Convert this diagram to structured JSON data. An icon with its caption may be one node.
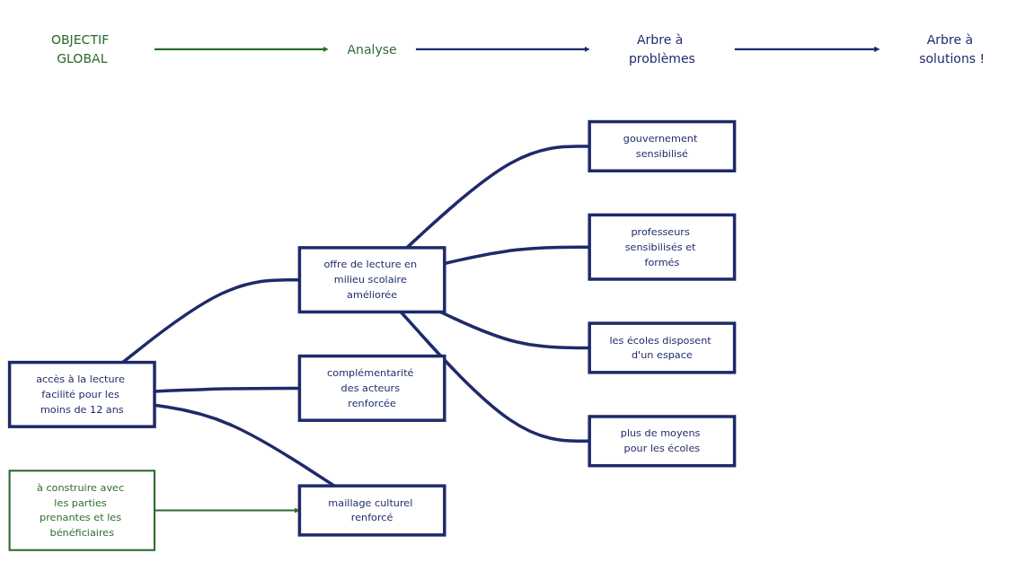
{
  "diagram": {
    "nodes": [
      {
        "text": [
          "OBJECTIF GLOBAL"
        ]
      },
      {
        "text": [
          "Analyse"
        ]
      },
      {
        "text": [
          "Arbre à problèmes"
        ]
      },
      {
        "text": [
          "Arbre à solutions !"
        ]
      },
      {
        "text": [
          "accès à la lecture facilité pour les moins de 12 ans"
        ]
      },
      {
        "text": [
          "maillage culturel renforcé"
        ]
      },
      {
        "text": [
          "complémentarité des acteurs renforcée"
        ]
      },
      {
        "text": [
          "offre de lecture en milieu scolaire améliorée"
        ]
      },
      {
        "text": [
          "gouvernement sensibilisé"
        ]
      },
      {
        "text": [
          "professeurs sensibilisés et formés"
        ]
      },
      {
        "text": [
          "les écoles disposent d'un espace"
        ]
      },
      {
        "text": [
          "plus de moyens pour les écoles"
        ]
      },
      {
        "text": [
          "à construire avec les parties prenantes et les bénéficiaires"
        ]
      }
    ],
    "edges": [
      {
        "from": 0,
        "to": 1,
        "arrow": "to",
        "color": "#2e6b2e"
      },
      {
        "from": 1,
        "to": 2,
        "arrow": "to"
      },
      {
        "from": 2,
        "to": 3,
        "arrow": "to"
      },
      {
        "from": 4,
        "to": 5,
        "arrow": "none"
      },
      {
        "from": 4,
        "to": 6,
        "arrow": "none"
      },
      {
        "from": 4,
        "to": 7,
        "arrow": "none"
      },
      {
        "from": 7,
        "to": 8,
        "arrow": "none"
      },
      {
        "from": 7,
        "to": 9,
        "arrow": "none"
      },
      {
        "from": 7,
        "to": 10,
        "arrow": "none"
      },
      {
        "from": 7,
        "to": 11,
        "arrow": "none"
      },
      {
        "from": 12,
        "to": 5,
        "arrow": "to",
        "color": "#2e6b2e"
      }
    ]
  }
}
